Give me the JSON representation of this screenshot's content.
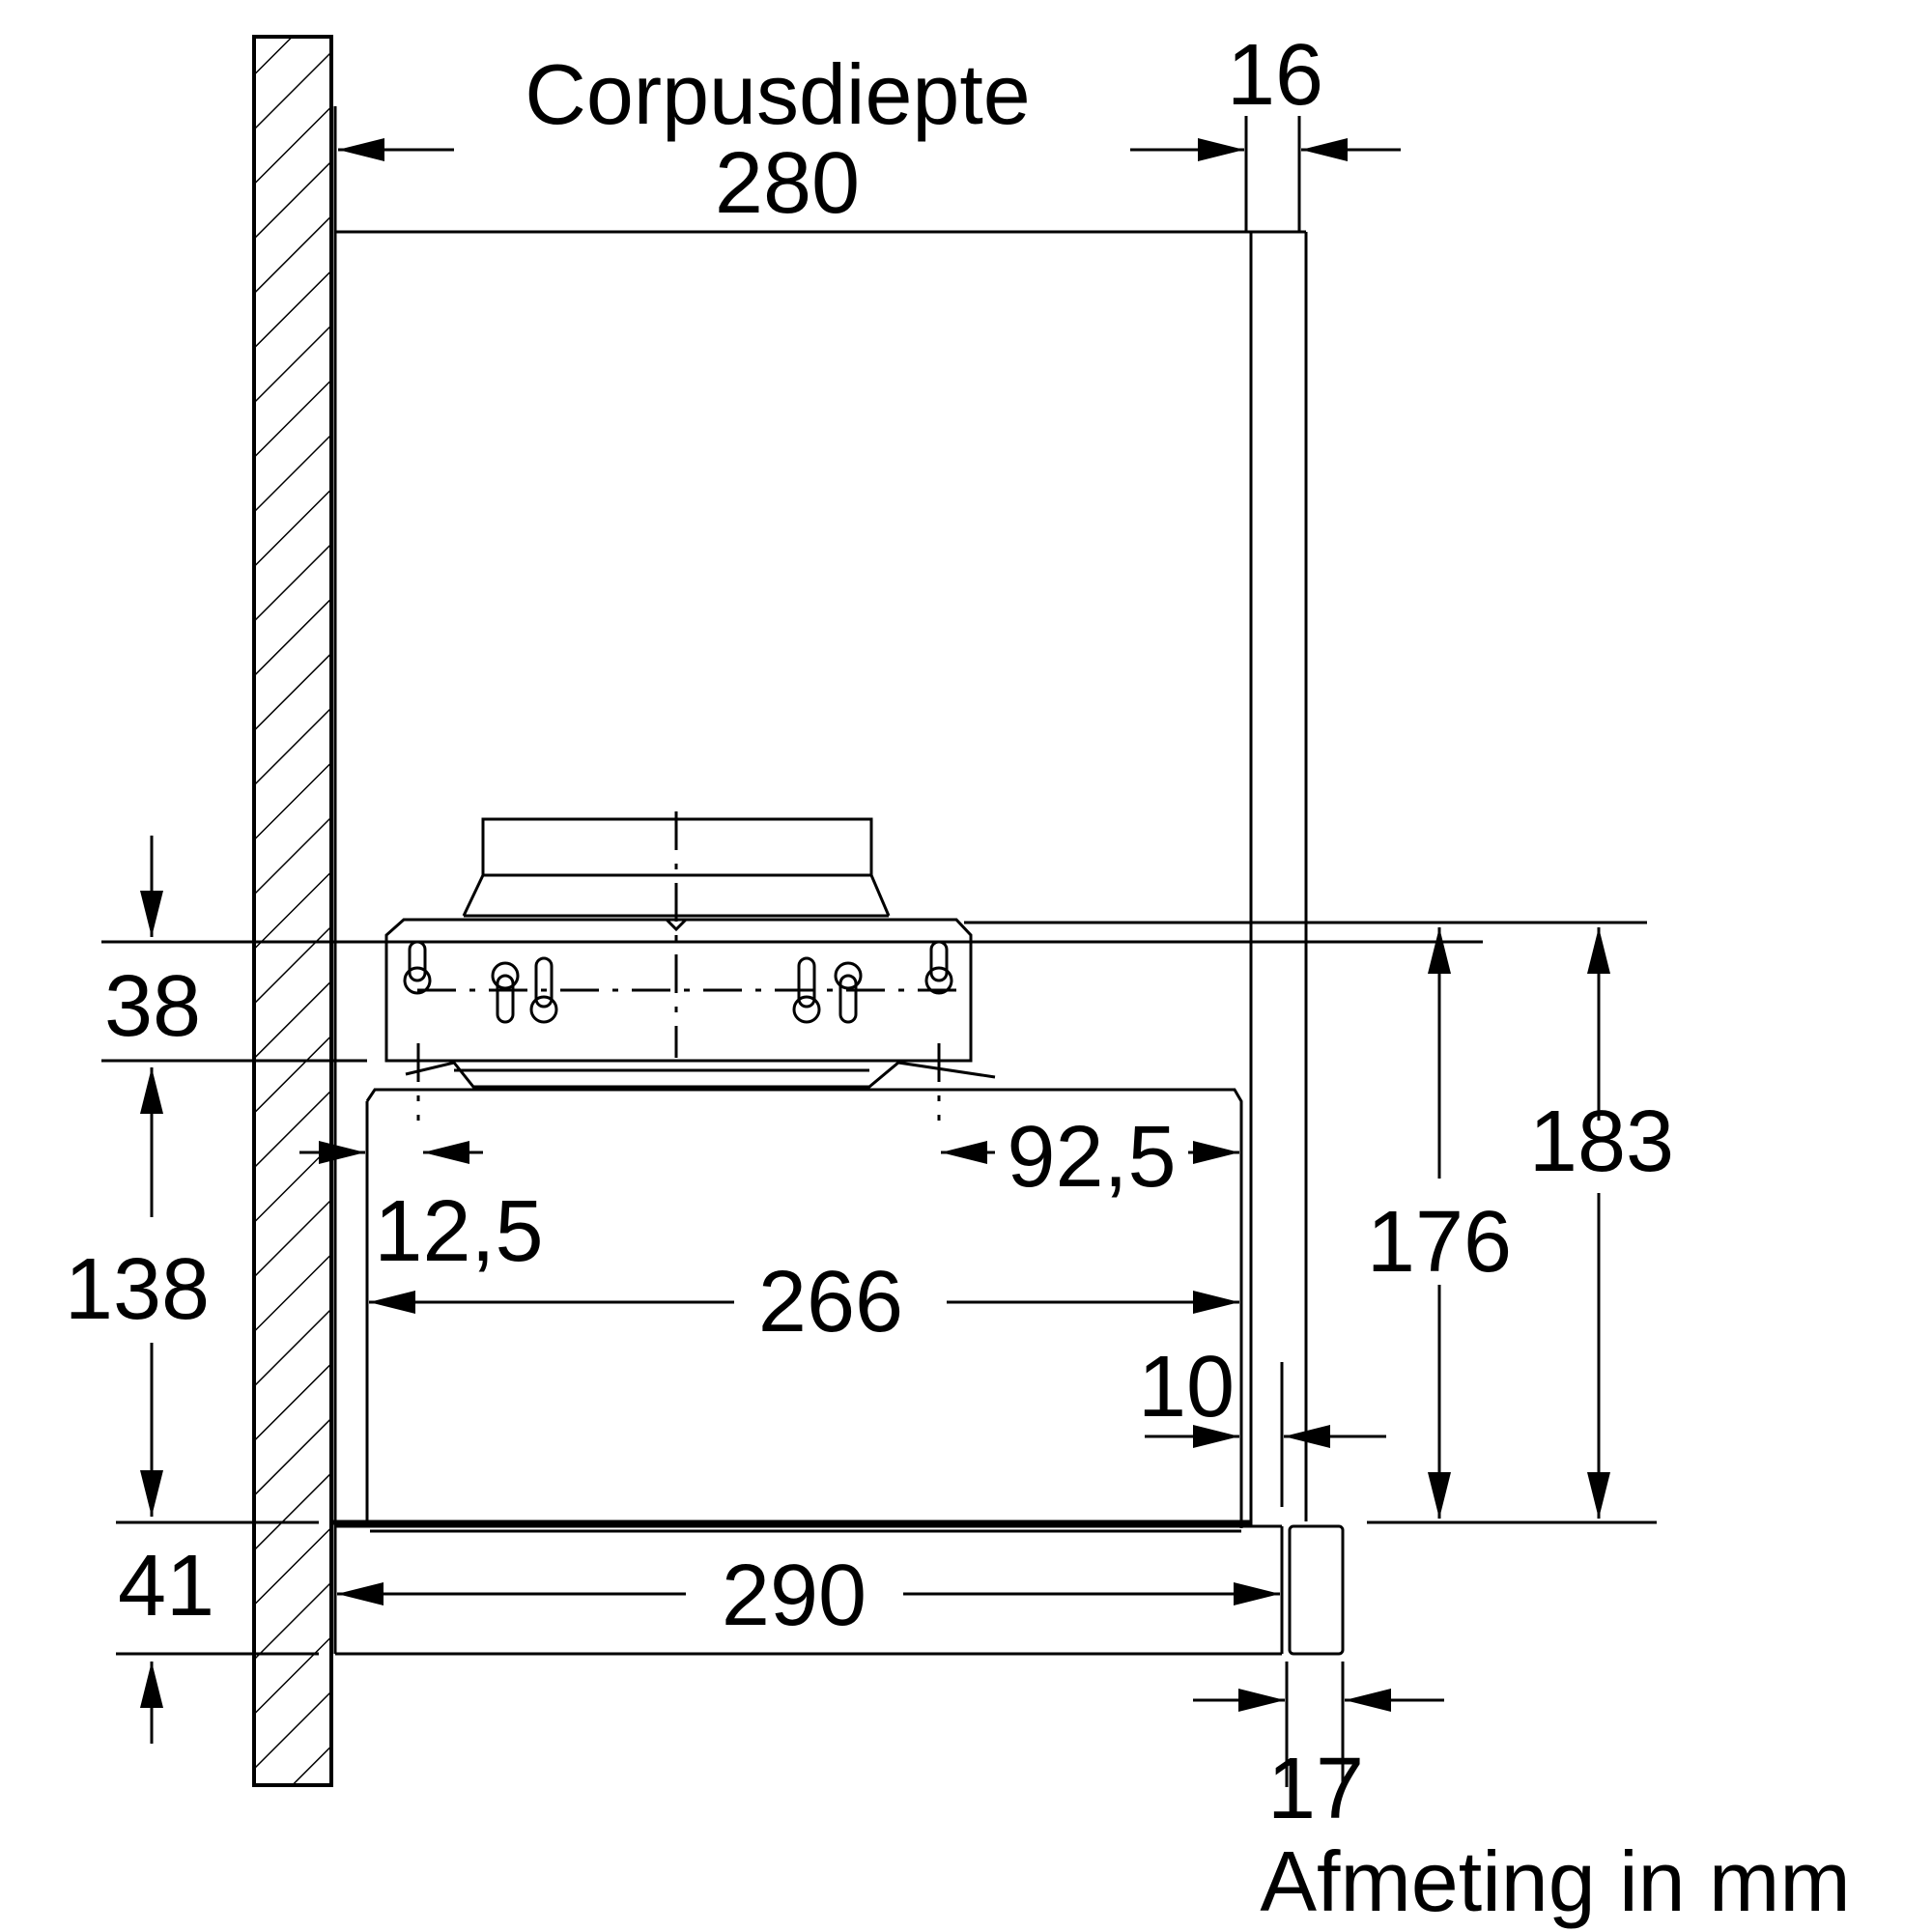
{
  "labels": {
    "corpus_title": "Corpusdiepte",
    "corpus_value": "280",
    "unit_note": "Afmeting in mm"
  },
  "dimensions": {
    "d16": "16",
    "d38": "38",
    "d138": "138",
    "d41": "41",
    "d12_5": "12,5",
    "d92_5": "92,5",
    "d266": "266",
    "d10": "10",
    "d176": "176",
    "d183": "183",
    "d290": "290",
    "d17": "17"
  }
}
